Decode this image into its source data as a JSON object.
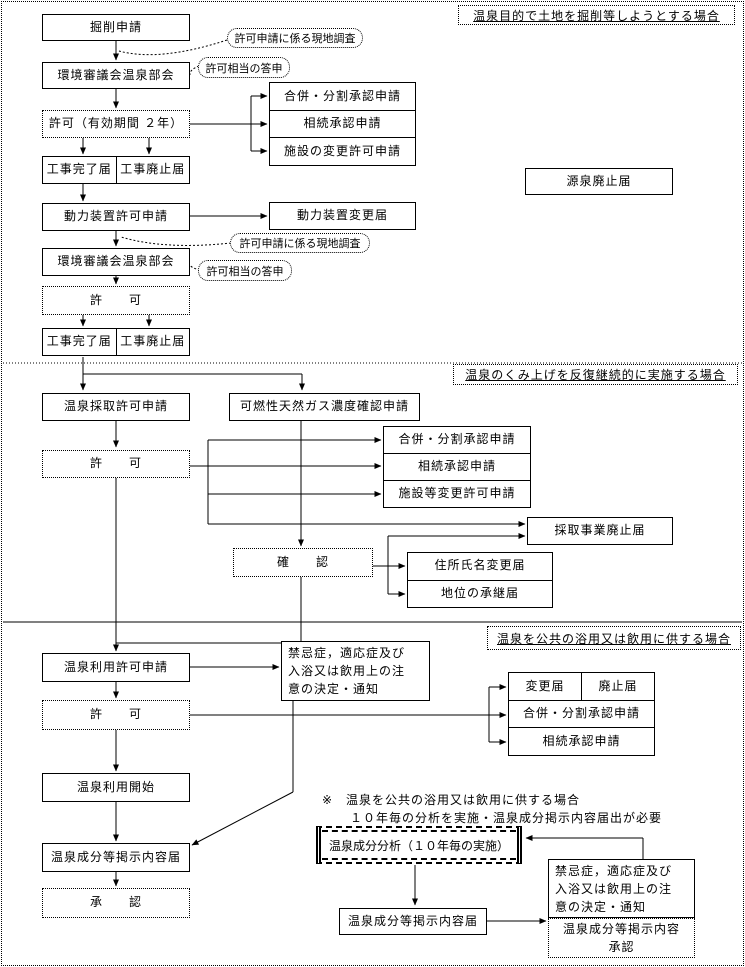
{
  "page": {
    "background": "#ffffff",
    "line_color": "#000000",
    "box_fill": "#ffffff"
  },
  "sections": {
    "drilling": {
      "title": "温泉目的で土地を掘削等しようとする場合",
      "nodes": {
        "kussaku_shinsei": "掘削申請",
        "shingikai": "環境審議会温泉部会",
        "kyoka_yuko": "許可（有効期間 ２年）",
        "koji_kanryo": "工事完了届",
        "koji_haishi": "工事廃止届",
        "doryoku_kyoka": "動力装置許可申請",
        "kyoka": "許　　可",
        "gappei": "合併・分割承認申請",
        "sozoku": "相続承認申請",
        "shisetsu_henko": "施設の変更許可申請",
        "doryoku_henko": "動力装置変更届",
        "gensen_haishi": "源泉廃止届"
      },
      "callouts": {
        "genchi_chosa": "許可申請に係る現地調査",
        "toshin": "許可相当の答申"
      }
    },
    "pumping": {
      "title": "温泉のくみ上げを反復継続的に実施する場合",
      "nodes": {
        "saishu_kyoka": "温泉採取許可申請",
        "gas_kakunin": "可燃性天然ガス濃度確認申請",
        "kyoka": "許　　可",
        "gappei": "合併・分割承認申請",
        "sozoku": "相続承認申請",
        "shisetsu_to_henko": "施設等変更許可申請",
        "saishu_haishi": "採取事業廃止届",
        "kakunin": "確　　認",
        "jusho_henko": "住所氏名変更届",
        "chii_shokei": "地位の承継届"
      }
    },
    "usage": {
      "title": "温泉を公共の浴用又は飲用に供する場合",
      "nodes": {
        "riyo_kyoka": "温泉利用許可申請",
        "kinkisho": "禁忌症，適応症及び\n入浴又は飲用上の注\n意の決定・通知",
        "kyoka": "許　　可",
        "henko_todoke": "変更届",
        "haishi_todoke": "廃止届",
        "gappei": "合併・分割承認申請",
        "sozoku": "相続承認申請",
        "riyo_kaishi": "温泉利用開始",
        "seibun_keiji": "温泉成分等掲示内容届",
        "shonin": "承　　認",
        "bunseki": "温泉成分分析（１０年毎の実施）",
        "seibun_shonin": "温泉成分等掲示内容\n承認"
      },
      "notes": {
        "line1": "※　温泉を公共の浴用又は飲用に供する場合",
        "line2": "１０年毎の分析を実施・温泉成分掲示内容届出が必要"
      }
    }
  }
}
